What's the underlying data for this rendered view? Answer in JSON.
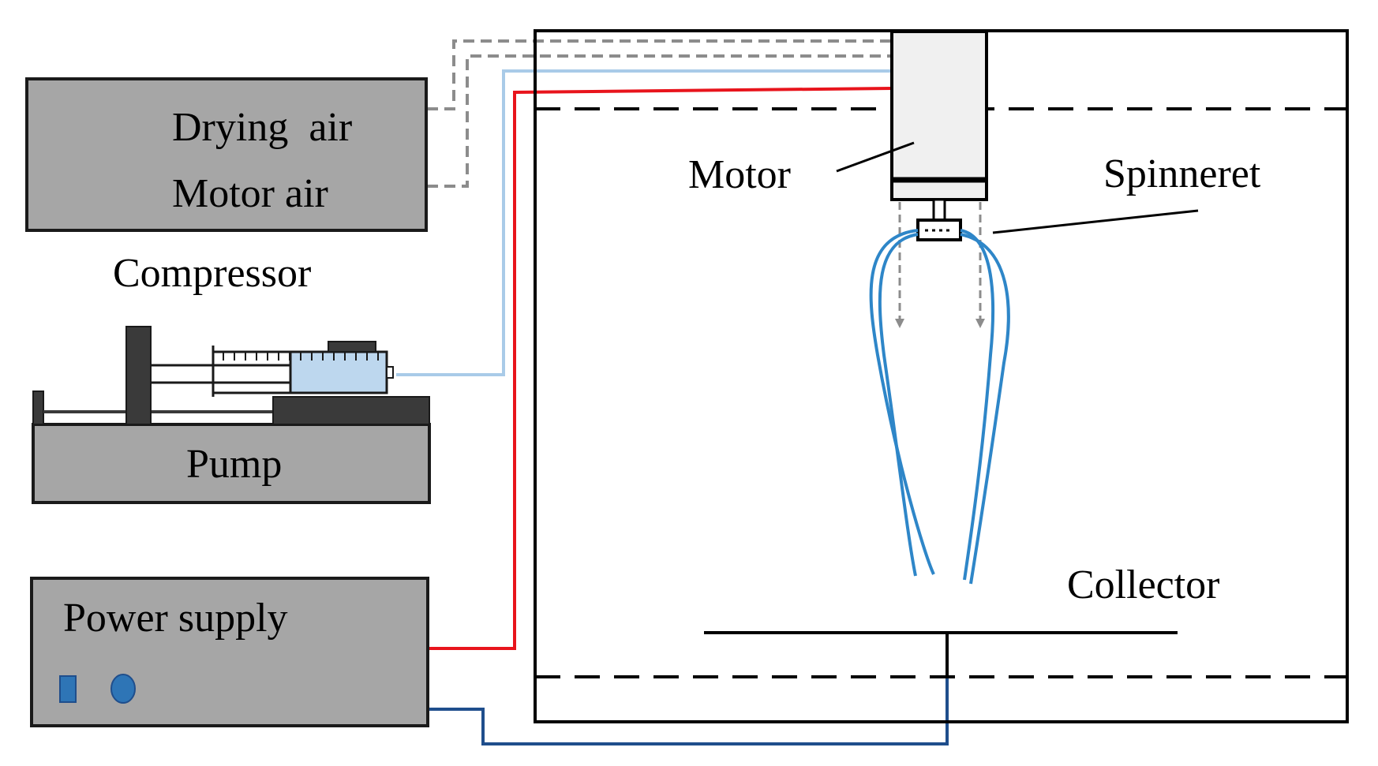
{
  "labels": {
    "drying_air": "Drying  air",
    "motor_air": "Motor air",
    "compressor": "Compressor",
    "pump": "Pump",
    "power_supply": "Power supply",
    "motor": "Motor",
    "spinneret": "Spinneret",
    "collector": "Collector"
  },
  "colors": {
    "box_fill": "#a6a6a6",
    "box_stroke": "#1a1a1a",
    "dark_part": "#3a3a3a",
    "syringe_fill": "#bdd7ee",
    "hv_line": "#e8141c",
    "ground_line": "#1f4e8c",
    "feed_line": "#a9cbe8",
    "air_line": "#8c8c8c",
    "jet": "#2e86c8",
    "control": "#2e75b6",
    "motor_fill": "#f0f0f0"
  }
}
